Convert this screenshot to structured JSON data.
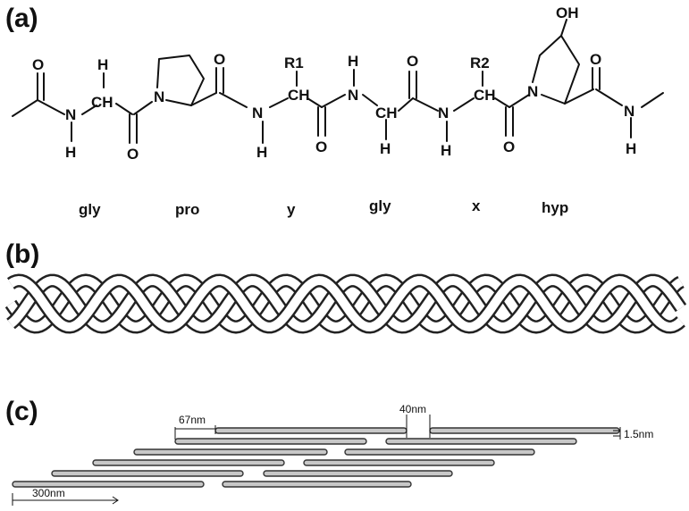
{
  "panels": {
    "a": "(a)",
    "b": "(b)",
    "c": "(c)"
  },
  "atoms": {
    "oh": "OH",
    "r1": "R1",
    "r2": "R2",
    "h": "H",
    "n": "N",
    "o": "O",
    "ch": "CH"
  },
  "residues": [
    "gly",
    "pro",
    "y",
    "gly",
    "x",
    "hyp"
  ],
  "dimensions": {
    "d67": "67nm",
    "d40": "40nm",
    "d1_5": "1.5nm",
    "d300": "300nm"
  }
}
